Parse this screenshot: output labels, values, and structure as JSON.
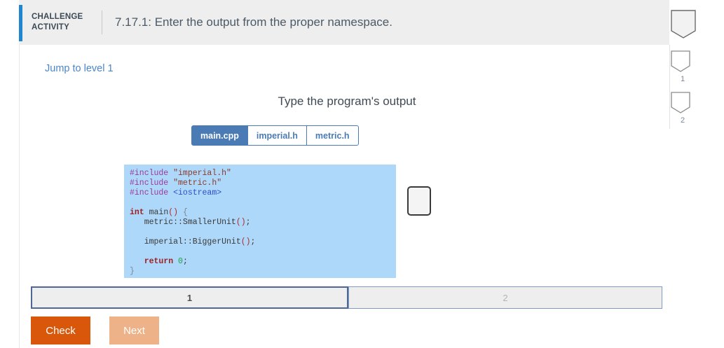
{
  "header": {
    "badge_line1": "CHALLENGE",
    "badge_line2": "ACTIVITY",
    "title": "7.17.1: Enter the output from the proper namespace.",
    "accent_color": "#1f86d0",
    "background": "#eeeeee",
    "flag_icon": "bookmark-flag-icon"
  },
  "rail": {
    "items": [
      {
        "icon": "bookmark-flag-icon",
        "number": "1"
      },
      {
        "icon": "bookmark-flag-icon",
        "number": "2"
      }
    ]
  },
  "main": {
    "jump_link": "Jump to level 1",
    "prompt": "Type the program's output",
    "side_button_name": "expand-code-button"
  },
  "tabs": {
    "items": [
      {
        "label": "main.cpp",
        "active": true
      },
      {
        "label": "imperial.h",
        "active": false
      },
      {
        "label": "metric.h",
        "active": false
      }
    ],
    "active_bg": "#4a7bb5"
  },
  "code": {
    "background": "#aed8fa",
    "language": "cpp",
    "lines": [
      [
        {
          "t": "#include ",
          "c": "c-pre"
        },
        {
          "t": "\"imperial.h\"",
          "c": "c-str"
        }
      ],
      [
        {
          "t": "#include ",
          "c": "c-pre"
        },
        {
          "t": "\"metric.h\"",
          "c": "c-str"
        }
      ],
      [
        {
          "t": "#include ",
          "c": "c-pre"
        },
        {
          "t": "<iostream>",
          "c": "c-inc"
        }
      ],
      [
        {
          "t": "",
          "c": "c-plain"
        }
      ],
      [
        {
          "t": "int",
          "c": "c-kw"
        },
        {
          "t": " main",
          "c": "c-fn"
        },
        {
          "t": "()",
          "c": "c-paren"
        },
        {
          "t": " {",
          "c": "c-punc"
        }
      ],
      [
        {
          "t": "   metric::SmallerUnit",
          "c": "c-plain"
        },
        {
          "t": "()",
          "c": "c-paren"
        },
        {
          "t": ";",
          "c": "c-plain"
        }
      ],
      [
        {
          "t": "",
          "c": "c-plain"
        }
      ],
      [
        {
          "t": "   imperial::BiggerUnit",
          "c": "c-plain"
        },
        {
          "t": "()",
          "c": "c-paren"
        },
        {
          "t": ";",
          "c": "c-plain"
        }
      ],
      [
        {
          "t": "",
          "c": "c-plain"
        }
      ],
      [
        {
          "t": "   ",
          "c": "c-plain"
        },
        {
          "t": "return",
          "c": "c-kw"
        },
        {
          "t": " ",
          "c": "c-plain"
        },
        {
          "t": "0",
          "c": "c-num"
        },
        {
          "t": ";",
          "c": "c-plain"
        }
      ],
      [
        {
          "t": "}",
          "c": "c-punc"
        }
      ]
    ]
  },
  "segments": {
    "items": [
      {
        "label": "1",
        "selected": true
      },
      {
        "label": "2",
        "selected": false
      }
    ],
    "selected_border": "#4f6795"
  },
  "actions": {
    "check_label": "Check",
    "next_label": "Next",
    "check_color": "#d9570b",
    "next_color": "#eeb288"
  }
}
